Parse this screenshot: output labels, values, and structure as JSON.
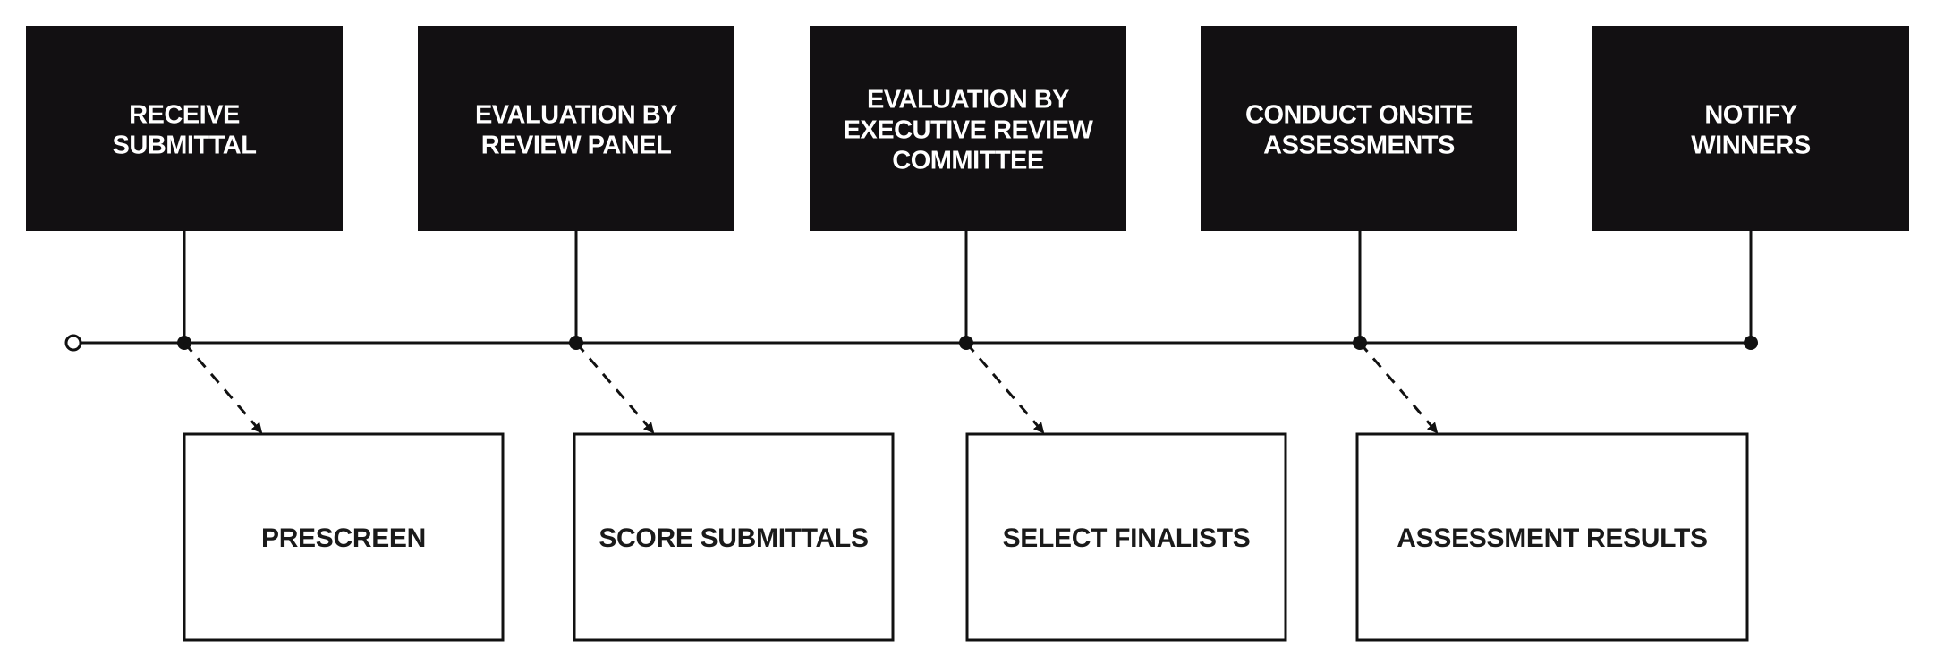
{
  "colors": {
    "top_box_fill": "#121012",
    "line": "#111111",
    "bottom_box_stroke": "#111111",
    "background": "#ffffff"
  },
  "top_steps": [
    {
      "lines": [
        "RECEIVE",
        "SUBMITTAL"
      ]
    },
    {
      "lines": [
        "EVALUATION BY",
        "REVIEW PANEL"
      ]
    },
    {
      "lines": [
        "EVALUATION BY",
        "EXECUTIVE REVIEW",
        "COMMITTEE"
      ]
    },
    {
      "lines": [
        "CONDUCT ONSITE",
        "ASSESSMENTS"
      ]
    },
    {
      "lines": [
        "NOTIFY",
        "WINNERS"
      ]
    }
  ],
  "bottom_steps": [
    {
      "label": "PRESCREEN"
    },
    {
      "label": "SCORE SUBMITTALS"
    },
    {
      "label": "SELECT FINALISTS"
    },
    {
      "label": "ASSESSMENT RESULTS"
    }
  ]
}
